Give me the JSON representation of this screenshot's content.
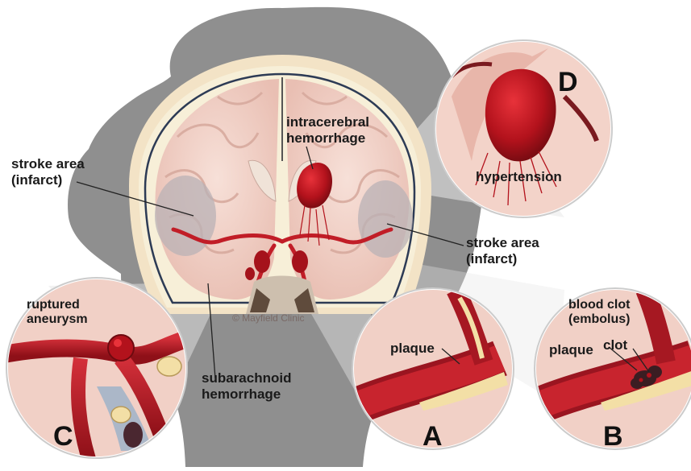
{
  "labels": {
    "stroke_left": [
      "stroke area",
      "(infarct)"
    ],
    "stroke_right": [
      "stroke area",
      "(infarct)"
    ],
    "intracerebral": [
      "intracerebral",
      "hemorrhage"
    ],
    "hypertension": "hypertension",
    "ruptured": [
      "ruptured",
      "aneurysm"
    ],
    "subarachnoid": [
      "subarachnoid",
      "hemorrhage"
    ],
    "plaque_a": "plaque",
    "plaque_b": "plaque",
    "clot": "clot",
    "blood_clot": [
      "blood clot",
      "(embolus)"
    ],
    "credit": "© Mayfield Clinic"
  },
  "insets": {
    "a": "A",
    "b": "B",
    "c": "C",
    "d": "D"
  },
  "colors": {
    "silhouette": "#8f8f8f",
    "brain_tissue": "#f2d3cb",
    "blood": "#b3121c",
    "clot": "#3b1d22",
    "plaque": "#f3dfa6"
  }
}
